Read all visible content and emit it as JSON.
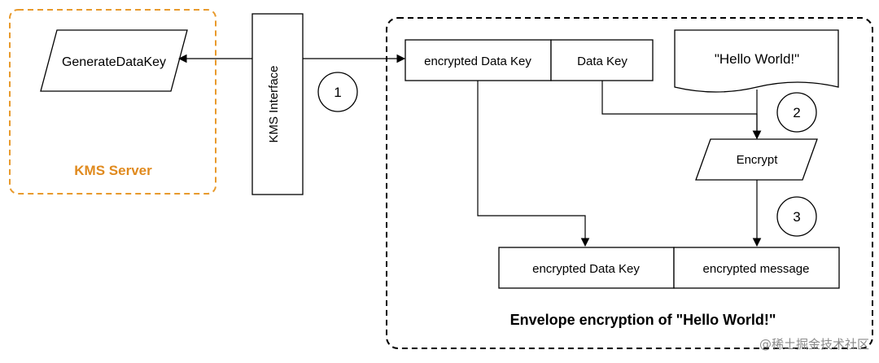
{
  "kms_server": {
    "title": "KMS Server",
    "operation": "GenerateDataKey",
    "border_color": "#e89a2c",
    "title_color": "#e08a1e"
  },
  "kms_interface": {
    "label": "KMS Interface"
  },
  "envelope": {
    "caption": "Envelope encryption of \"Hello World!\"",
    "key_pair": {
      "encrypted_key": "encrypted Data Key",
      "data_key": "Data Key"
    },
    "document": {
      "text": "\"Hello World!\""
    },
    "encrypt": {
      "label": "Encrypt"
    },
    "output": {
      "encrypted_key": "encrypted Data Key",
      "encrypted_message": "encrypted message"
    }
  },
  "steps": [
    "1",
    "2",
    "3"
  ],
  "watermark": "@稀土掘金技术社区",
  "colors": {
    "stroke": "#000000",
    "text": "#000000"
  }
}
